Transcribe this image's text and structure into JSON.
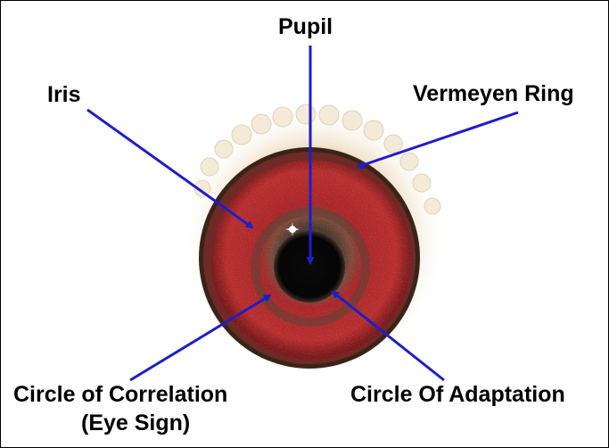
{
  "labels": {
    "pupil": "Pupil",
    "iris": "Iris",
    "vermeyen_ring": "Vermeyen Ring",
    "circle_of_correlation": "Circle of Correlation",
    "eye_sign": "(Eye Sign)",
    "circle_of_adaptation": "Circle Of Adaptation"
  },
  "colors": {
    "arrow": "#1d1dcc",
    "iris_red": "#a8262a",
    "pupil": "#050505",
    "eyelid": "#ecdcc0"
  }
}
